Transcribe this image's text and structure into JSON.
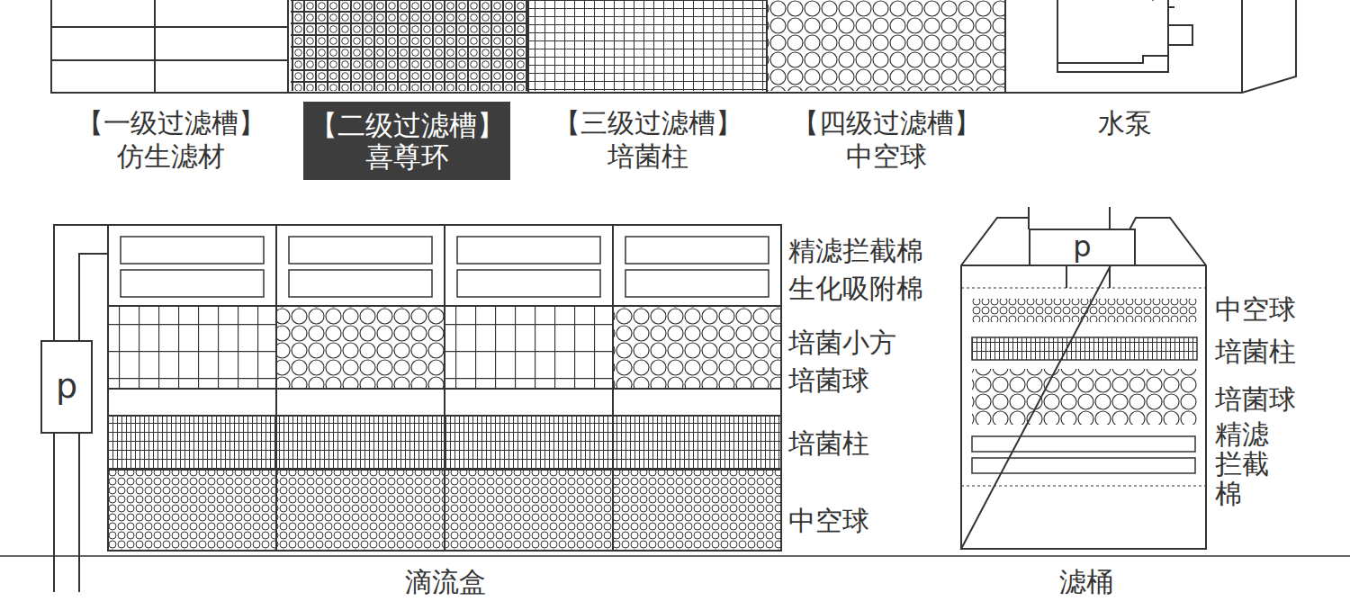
{
  "diagram": {
    "nodes": [
      {
        "text": [
          "【二级过滤槽】",
          "喜尊环"
        ]
      },
      {
        "text": [
          "p"
        ]
      },
      {
        "text": [
          "p"
        ]
      }
    ],
    "labels": [
      "【一级过滤槽】",
      "仿生滤材",
      "【三级过滤槽】",
      "培菌柱",
      "【四级过滤槽】",
      "中空球",
      "水泵",
      "精滤拦截棉",
      "生化吸附棉",
      "培菌小方",
      "培菌球",
      "培菌柱",
      "中空球",
      "滴流盒",
      "中空球",
      "培菌柱",
      "培菌球",
      "精滤 拦截棉",
      "滤桶"
    ]
  }
}
